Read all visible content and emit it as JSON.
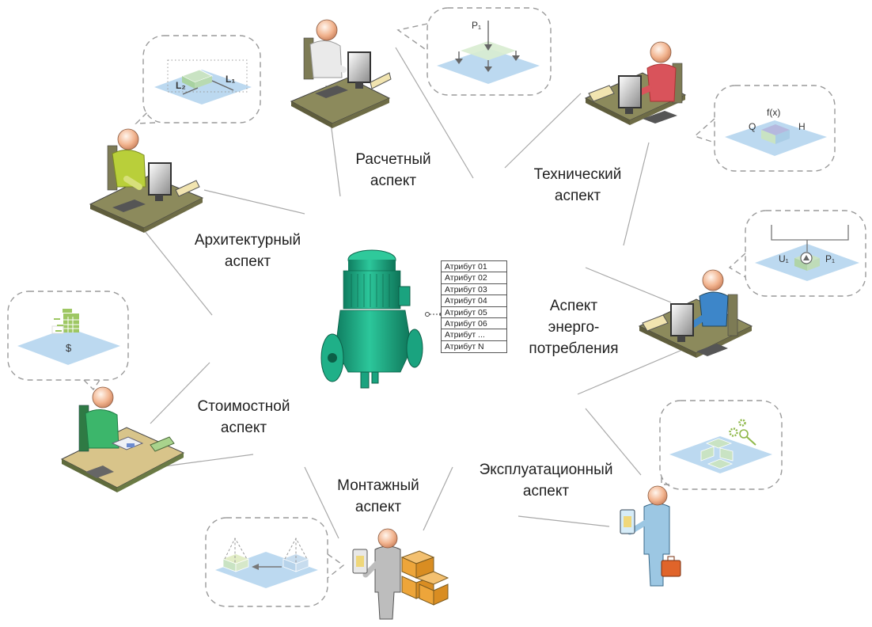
{
  "diagram": {
    "center": {
      "name": "Насос (центральный объект)",
      "attributes": [
        "Атрибут 01",
        "Атрибут 02",
        "Атрибут 03",
        "Атрибут 04",
        "Атрибут 05",
        "Атрибут 06",
        "Атрибут ...",
        "Атрибут N"
      ]
    },
    "aspects": [
      {
        "id": "calc",
        "lines": [
          "Расчетный",
          "аспект"
        ],
        "person": "engineer-white-desk",
        "callout": {
          "icon": "load-distribution-icon",
          "labels": [
            "P₁"
          ]
        }
      },
      {
        "id": "tech",
        "lines": [
          "Технический",
          "аспект"
        ],
        "person": "engineer-red-desk",
        "callout": {
          "icon": "function-box-icon",
          "labels": [
            "f(x)",
            "Q",
            "H"
          ]
        }
      },
      {
        "id": "energy",
        "lines": [
          "Аспект",
          "энерго-",
          "потребления"
        ],
        "person": "engineer-blue-desk",
        "callout": {
          "icon": "power-meter-icon",
          "labels": [
            "U₁",
            "P₁"
          ]
        }
      },
      {
        "id": "operation",
        "lines": [
          "Эксплуатационный",
          "аспект"
        ],
        "person": "operator-standing-briefcase",
        "callout": {
          "icon": "maintenance-gears-icon",
          "labels": []
        }
      },
      {
        "id": "install",
        "lines": [
          "Монтажный",
          "аспект"
        ],
        "person": "installer-standing-boxes",
        "callout": {
          "icon": "move-placement-icon",
          "labels": []
        }
      },
      {
        "id": "cost",
        "lines": [
          "Стоимостной",
          "аспект"
        ],
        "person": "accountant-green-desk",
        "callout": {
          "icon": "calculator-cost-icon",
          "labels": [
            "$"
          ]
        }
      },
      {
        "id": "arch",
        "lines": [
          "Архитектурный",
          "аспект"
        ],
        "person": "architect-yellow-desk",
        "callout": {
          "icon": "spatial-dimensions-icon",
          "labels": [
            "L₂",
            "L₁"
          ]
        }
      }
    ]
  },
  "colors": {
    "pump": "#1aa37f",
    "plane": "#bcd9f0",
    "box_green": "#c9e3c3",
    "callout_border": "#9a9a9a",
    "connector": "#9a9a9a",
    "desk": "#8c8a5c",
    "shirt_white": "#e8e8e8",
    "shirt_red": "#d9535b",
    "shirt_blue": "#3d86c9",
    "shirt_green": "#3cb66b",
    "shirt_yellow": "#b9cf3a",
    "suit_grey": "#b8b8b8",
    "suit_lightblue": "#9cc7e3",
    "briefcase": "#e0642a",
    "boxes": "#eda53a"
  }
}
